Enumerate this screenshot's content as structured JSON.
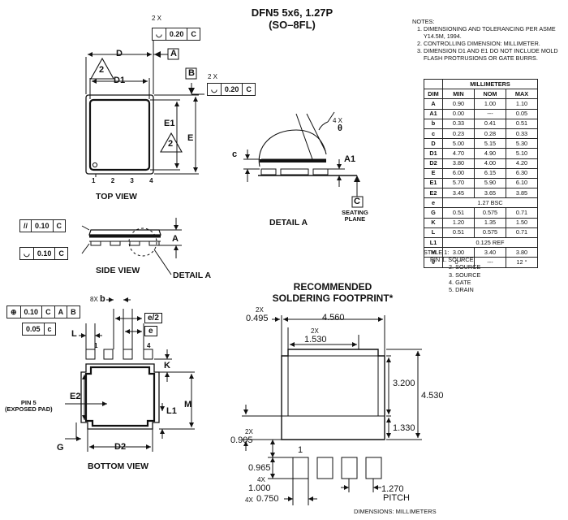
{
  "title": {
    "line1": "DFN5 5x6, 1.27P",
    "line2": "(SO–8FL)"
  },
  "notes": {
    "heading": "NOTES:",
    "items": [
      "DIMENSIONING AND TOLERANCING PER ASME Y14.5M, 1994.",
      "CONTROLLING DIMENSION: MILLIMETER.",
      "DIMENSION D1 AND E1 DO NOT INCLUDE MOLD FLASH PROTRUSIONS OR GATE BURRS."
    ]
  },
  "table": {
    "unit": "MILLIMETERS",
    "headers": [
      "DIM",
      "MIN",
      "NOM",
      "MAX"
    ],
    "rows": [
      [
        "A",
        "0.90",
        "1.00",
        "1.10"
      ],
      [
        "A1",
        "0.00",
        "---",
        "0.05"
      ],
      [
        "b",
        "0.33",
        "0.41",
        "0.51"
      ],
      [
        "c",
        "0.23",
        "0.28",
        "0.33"
      ],
      [
        "D",
        "5.00",
        "5.15",
        "5.30"
      ],
      [
        "D1",
        "4.70",
        "4.90",
        "5.10"
      ],
      [
        "D2",
        "3.80",
        "4.00",
        "4.20"
      ],
      [
        "E",
        "6.00",
        "6.15",
        "6.30"
      ],
      [
        "E1",
        "5.70",
        "5.90",
        "6.10"
      ],
      [
        "E2",
        "3.45",
        "3.65",
        "3.85"
      ],
      [
        "e",
        "1.27 BSC"
      ],
      [
        "G",
        "0.51",
        "0.575",
        "0.71"
      ],
      [
        "K",
        "1.20",
        "1.35",
        "1.50"
      ],
      [
        "L",
        "0.51",
        "0.575",
        "0.71"
      ],
      [
        "L1",
        "0.125 REF"
      ],
      [
        "M",
        "3.00",
        "3.40",
        "3.80"
      ],
      [
        "θ",
        "0 °",
        "---",
        "12 °"
      ]
    ]
  },
  "style": {
    "heading": "STYLE 1:",
    "pins": [
      "PIN 1. SOURCE",
      "2. SOURCE",
      "3. SOURCE",
      "4. GATE",
      "5. DRAIN"
    ]
  },
  "views": {
    "top": "TOP VIEW",
    "side": "SIDE VIEW",
    "detail": "DETAIL A",
    "detail_ref": "DETAIL A",
    "bottom": "BOTTOM VIEW",
    "footprint_line1": "RECOMMENDED",
    "footprint_line2": "SOLDERING FOOTPRINT*",
    "dimensions_note": "DIMENSIONS: MILLIMETERS"
  },
  "labels": {
    "D": "D",
    "D1": "D1",
    "E": "E",
    "E1": "E1",
    "A": "A",
    "A1": "A1",
    "c": "c",
    "theta": "θ",
    "four_x": "4 X",
    "two_x": "2 X",
    "two_x_b": "2 X",
    "eight_x": "8X",
    "b": "b",
    "L": "L",
    "K": "K",
    "E2": "E2",
    "M": "M",
    "L1": "L1",
    "G": "G",
    "D2": "D2",
    "e": "e",
    "e_half": "e/2",
    "pin5": "PIN 5",
    "exposed_pad": "(EXPOSED PAD)",
    "seating_c": "C",
    "seating": "SEATING",
    "plane": "PLANE",
    "datum_A": "A",
    "datum_B": "B",
    "note2": "2",
    "pin_numbers": [
      "1",
      "2",
      "3",
      "4"
    ],
    "bottom_pin1": "1",
    "bottom_pin4": "4",
    "fp_pin1": "1"
  },
  "fcf": {
    "top_d": [
      "0.20",
      "C"
    ],
    "top_e": [
      "0.20",
      "C"
    ],
    "side1": [
      "0.10",
      "C"
    ],
    "side2": [
      "0.10",
      "C"
    ],
    "bottom1": [
      "0.10",
      "C",
      "A",
      "B"
    ],
    "bottom2": [
      "0.05",
      "c"
    ]
  },
  "footprint": {
    "w_total": "4.560",
    "pad_2x_label": "2X",
    "pad_w_2x": "0.495",
    "inner_2x": "2X",
    "inner": "1.530",
    "h_upper": "3.200",
    "h_total": "4.530",
    "h_lower": "1.330",
    "left_2x": "2X",
    "left_dim": "0.905",
    "pad_gap": "0.965",
    "pad_len_4x": "4X",
    "pad_len": "1.000",
    "pad_w_4x": "4X",
    "pad_w": "0.750",
    "pitch_val": "1.270",
    "pitch": "PITCH"
  }
}
